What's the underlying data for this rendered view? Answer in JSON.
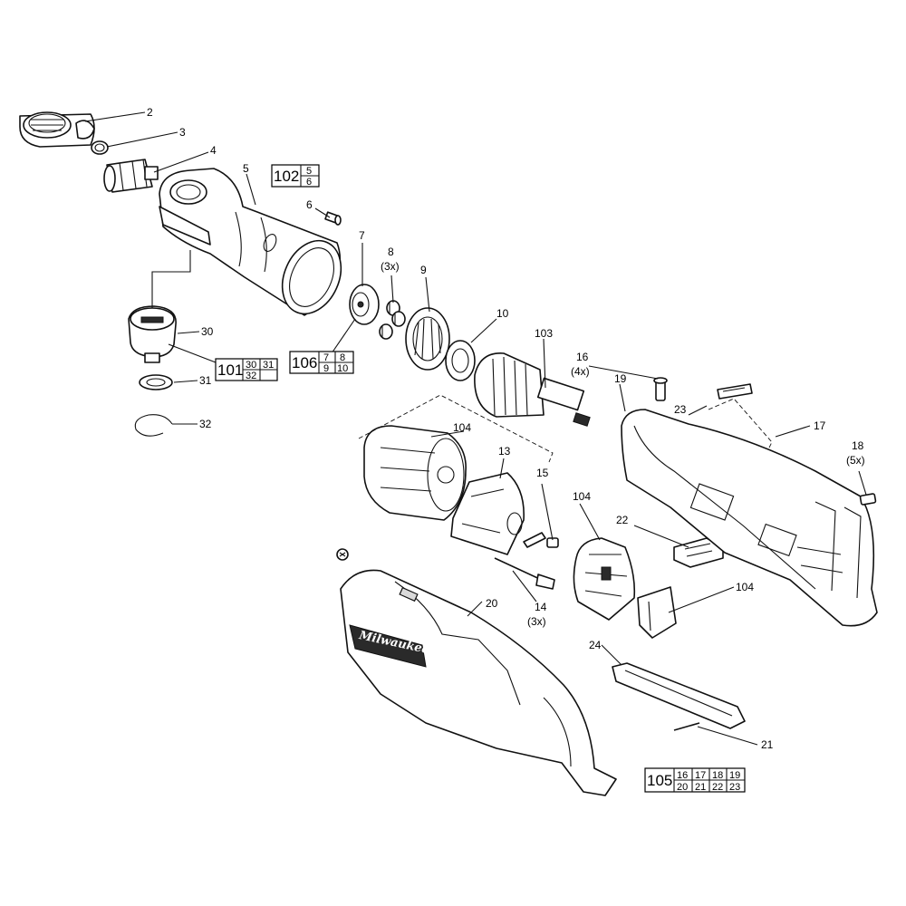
{
  "callouts": {
    "c2": "2",
    "c3": "3",
    "c4": "4",
    "c5": "5",
    "c6": "6",
    "c7": "7",
    "c8": "8",
    "c8q": "(3x)",
    "c9": "9",
    "c10": "10",
    "c103": "103",
    "c16": "16",
    "c16q": "(4x)",
    "c19": "19",
    "c23": "23",
    "c17": "17",
    "c18": "18",
    "c18q": "(5x)",
    "c104a": "104",
    "c13": "13",
    "c15": "15",
    "c104b": "104",
    "c22": "22",
    "c104c": "104",
    "c20": "20",
    "c14": "14",
    "c14q": "(3x)",
    "c24": "24",
    "c21": "21",
    "c30": "30",
    "c31": "31",
    "c32": "32"
  },
  "kits": {
    "k102": {
      "number": "102",
      "parts": [
        "5",
        "6"
      ]
    },
    "k101": {
      "number": "101",
      "parts": [
        "30",
        "31",
        "32",
        ""
      ]
    },
    "k106": {
      "number": "106",
      "parts": [
        "7",
        "8",
        "9",
        "10"
      ]
    },
    "k105": {
      "number": "105",
      "parts": [
        "16",
        "17",
        "18",
        "19",
        "20",
        "21",
        "22",
        "23"
      ]
    }
  },
  "branding": {
    "logo_text": "Milwaukee"
  }
}
